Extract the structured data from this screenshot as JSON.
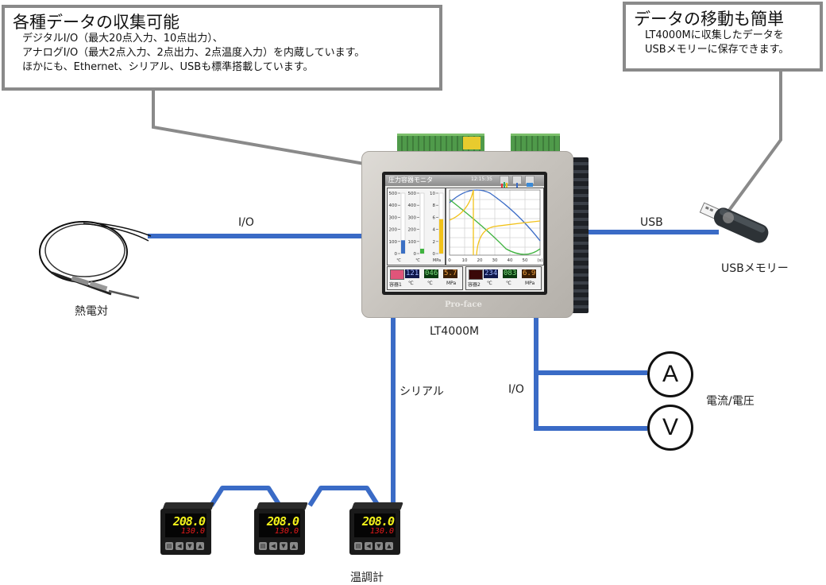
{
  "callouts": {
    "collection": {
      "title": "各種データの収集可能",
      "lines": [
        "デジタルI/O（最大20点入力、10点出力）、",
        "アナログI/O（最大2点入力、2点出力、2点温度入力）を内蔵しています。",
        "ほかにも、Ethernet、シリアル、USBも標準搭載しています。"
      ]
    },
    "transfer": {
      "title": "データの移動も簡単",
      "lines": [
        "LT4000Mに収集したデータを",
        "USBメモリーに保存できます。"
      ]
    }
  },
  "device": {
    "name": "LT4000M",
    "brand": "Pro-face",
    "screen": {
      "title": "圧力容器モニタ",
      "time": "12:15:35",
      "gauges": [
        {
          "scale": [
            "500",
            "400",
            "300",
            "200",
            "100",
            "0"
          ],
          "unit": "℃",
          "level": 0.22,
          "color": "#3a6fc4"
        },
        {
          "scale": [
            "500",
            "400",
            "300",
            "200",
            "100",
            "0"
          ],
          "unit": "℃",
          "level": 0.08,
          "color": "#3fb33f"
        },
        {
          "scale": [
            "10",
            "8",
            "6",
            "4",
            "2",
            "0"
          ],
          "unit": "MPa",
          "level": 0.57,
          "color": "#f2c21a"
        }
      ],
      "trend_x_ticks": [
        "0",
        "10",
        "20",
        "30",
        "40",
        "50",
        "(s)"
      ],
      "panels": [
        {
          "label": "容器1",
          "values": [
            "121",
            "046",
            "5.7"
          ],
          "units": [
            "℃",
            "℃",
            "MPa"
          ]
        },
        {
          "label": "容器2",
          "values": [
            "234",
            "083",
            "6.9"
          ],
          "units": [
            "℃",
            "℃",
            "MPa"
          ]
        }
      ]
    }
  },
  "connections": {
    "thermocouple_link": "I/O",
    "usb_link": "USB",
    "serial_link": "シリアル",
    "analog_link": "I/O"
  },
  "peripherals": {
    "thermocouple": "熱電対",
    "usb_memory": "USBメモリー",
    "meters_label": "電流/電圧",
    "ammeter": "A",
    "voltmeter": "V",
    "temp_controllers_label": "温調計",
    "temp_controllers": [
      {
        "pv": "208.0",
        "sv": "130.0"
      },
      {
        "pv": "208.0",
        "sv": "130.0"
      },
      {
        "pv": "208.0",
        "sv": "130.0"
      }
    ]
  },
  "colors": {
    "link": "#3a6bc6",
    "callout_border": "#8a8a8a"
  }
}
